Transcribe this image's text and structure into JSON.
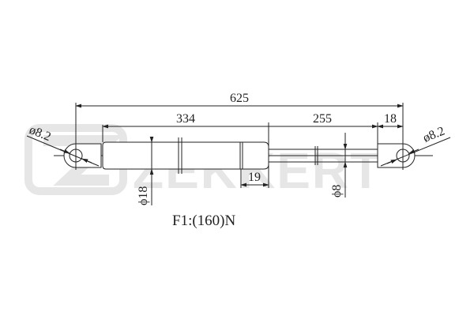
{
  "watermark": {
    "brand": "ZEKKERT",
    "color": "#e6e6e6"
  },
  "drawing": {
    "line_color": "#222222",
    "dimensions": {
      "overall_length": "625",
      "body_length": "334",
      "rod_length": "255",
      "end_fitting_length": "18",
      "body_end_cap": "19",
      "left_eye_diameter": "ø8.2",
      "right_eye_diameter": "ø8.2",
      "body_diameter": "ϕ18",
      "rod_diameter": "ϕ8"
    },
    "force_label": "F1:(160)N"
  }
}
